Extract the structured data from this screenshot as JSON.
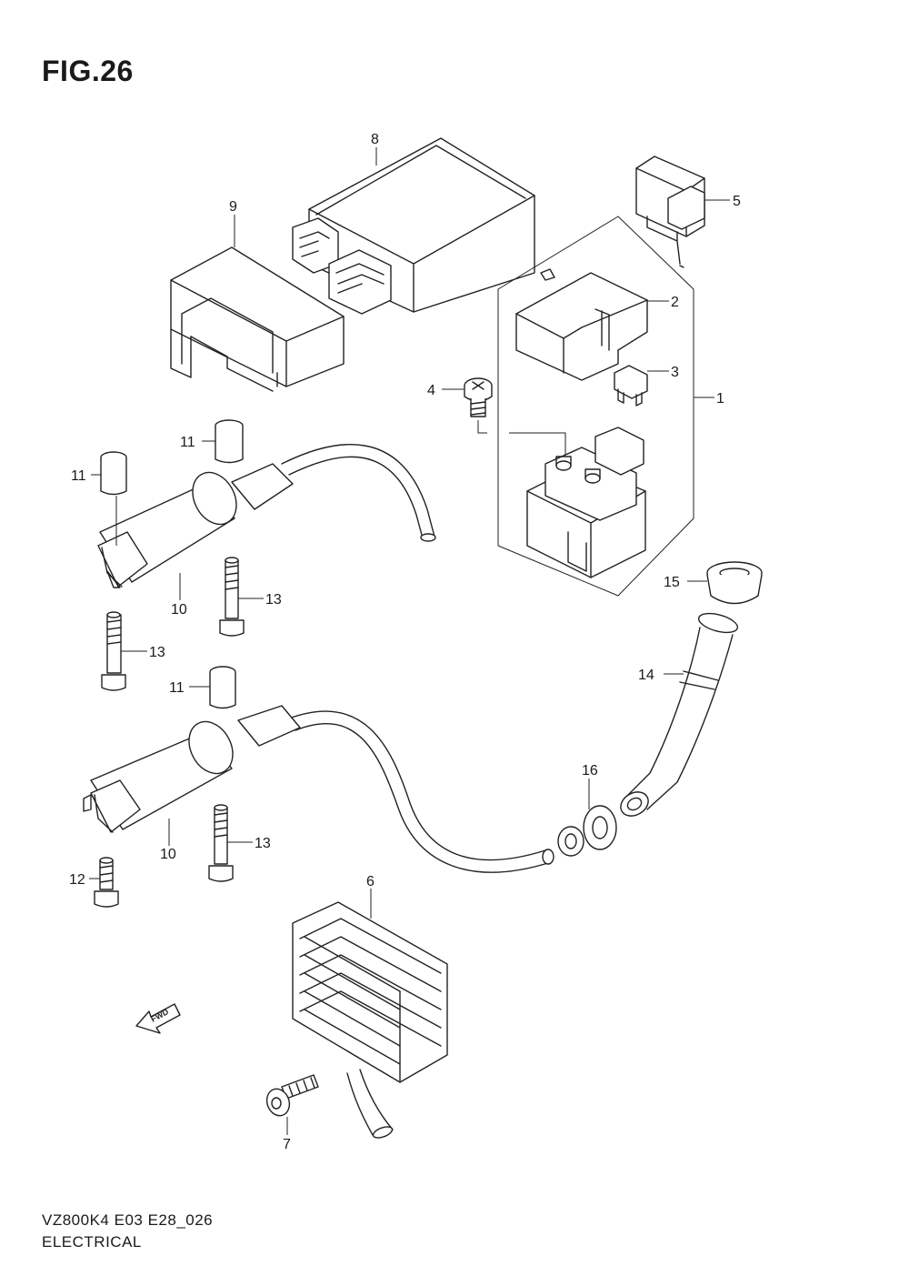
{
  "figure": {
    "title": "FIG.26",
    "model_code": "VZ800K4 E03 E28_026",
    "section_name": "ELECTRICAL"
  },
  "callouts": {
    "c1": "1",
    "c2": "2",
    "c3": "3",
    "c4": "4",
    "c5": "5",
    "c6": "6",
    "c7": "7",
    "c8": "8",
    "c9": "9",
    "c10a": "10",
    "c10b": "10",
    "c11a": "11",
    "c11b": "11",
    "c11c": "11",
    "c12": "12",
    "c13a": "13",
    "c13b": "13",
    "c13c": "13",
    "c14": "14",
    "c15": "15",
    "c16": "16"
  },
  "fwd_label": "FWD"
}
